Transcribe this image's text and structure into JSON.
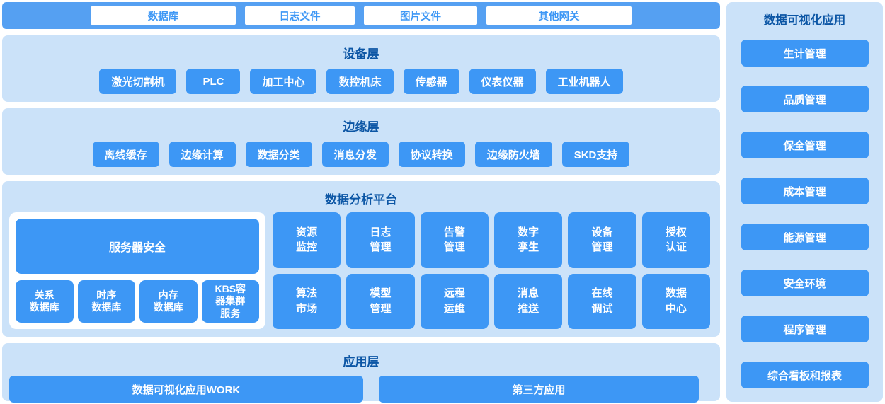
{
  "colors": {
    "top_bar_blue": "#55A0F2",
    "panel_light_blue": "#CBE2F9",
    "button_blue": "#3D97F5",
    "title_dark_blue": "#0C56A5",
    "button_text": "#FFFFFF"
  },
  "gateway_bar": {
    "items": [
      "数据库",
      "日志文件",
      "图片文件",
      "其他网关"
    ]
  },
  "device_layer": {
    "title": "设备层",
    "items": [
      "激光切割机",
      "PLC",
      "加工中心",
      "数控机床",
      "传感器",
      "仪表仪器",
      "工业机器人"
    ]
  },
  "edge_layer": {
    "title": "边缘层",
    "items": [
      "离线缓存",
      "边缘计算",
      "数据分类",
      "消息分发",
      "协议转换",
      "边缘防火墙",
      "SKD支持"
    ]
  },
  "platform": {
    "title": "数据分析平台",
    "server_button": "服务器安全",
    "databases": [
      "关系\n数据库",
      "时序\n数据库",
      "内存\n数据库",
      "KBS容\n器集群\n服务"
    ],
    "grid": [
      "资源\n监控",
      "日志\n管理",
      "告警\n管理",
      "数字\n孪生",
      "设备\n管理",
      "授权\n认证",
      "算法\n市场",
      "模型\n管理",
      "远程\n运维",
      "消息\n推送",
      "在线\n调试",
      "数据\n中心"
    ]
  },
  "app_layer": {
    "title": "应用层",
    "items": [
      "数据可视化应用WORK",
      "第三方应用"
    ]
  },
  "sidebar": {
    "title": "数据可视化应用",
    "items": [
      "生计管理",
      "品质管理",
      "保全管理",
      "成本管理",
      "能源管理",
      "安全环境",
      "程序管理",
      "综合看板和报表"
    ]
  }
}
